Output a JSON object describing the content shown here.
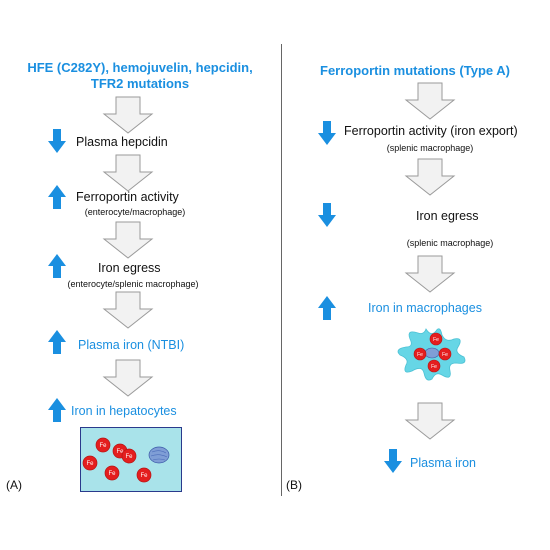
{
  "panel_a": {
    "title_line1": "HFE (C282Y), hemojuvelin, hepcidin,",
    "title_line2": "TFR2 mutations",
    "steps": [
      {
        "text": "Plasma hepcidin",
        "direction": "down"
      },
      {
        "text": "Ferroportin activity",
        "sub": "(enterocyte/macrophage)",
        "direction": "up"
      },
      {
        "text": "Iron egress",
        "sub": "(enterocyte/splenic macrophage)",
        "direction": "up"
      },
      {
        "text": "Plasma iron (NTBI)",
        "direction": "up"
      },
      {
        "text": "Iron in hepatocytes",
        "direction": "up"
      }
    ],
    "fe_label": "Fe",
    "label": "(A)"
  },
  "panel_b": {
    "title": "Ferroportin   mutations (Type A)",
    "steps": [
      {
        "text": "Ferroportin activity (iron export)",
        "sub": "(splenic macrophage)",
        "direction": "down"
      },
      {
        "text": "Iron egress",
        "sub": "(splenic  macrophage)",
        "direction": "down"
      },
      {
        "text": "Iron in macrophages",
        "direction": "up"
      },
      {
        "text": "Plasma iron",
        "direction": "down"
      }
    ],
    "fe_label": "Fe",
    "label": "(B)"
  },
  "colors": {
    "accent_blue": "#1a8fe0",
    "arrow_gray_fill": "#f2f2f2",
    "arrow_gray_stroke": "#9a9a9a",
    "fe_red": "#e41e1e",
    "hepatocyte_box": "#a9e3ea",
    "macrophage": "#66d6e6",
    "nucleus": "#7f9ed6"
  },
  "icons": {
    "flow_arrow": "hollow-down-arrow",
    "increase": "blue-up-arrow",
    "decrease": "blue-down-arrow"
  }
}
